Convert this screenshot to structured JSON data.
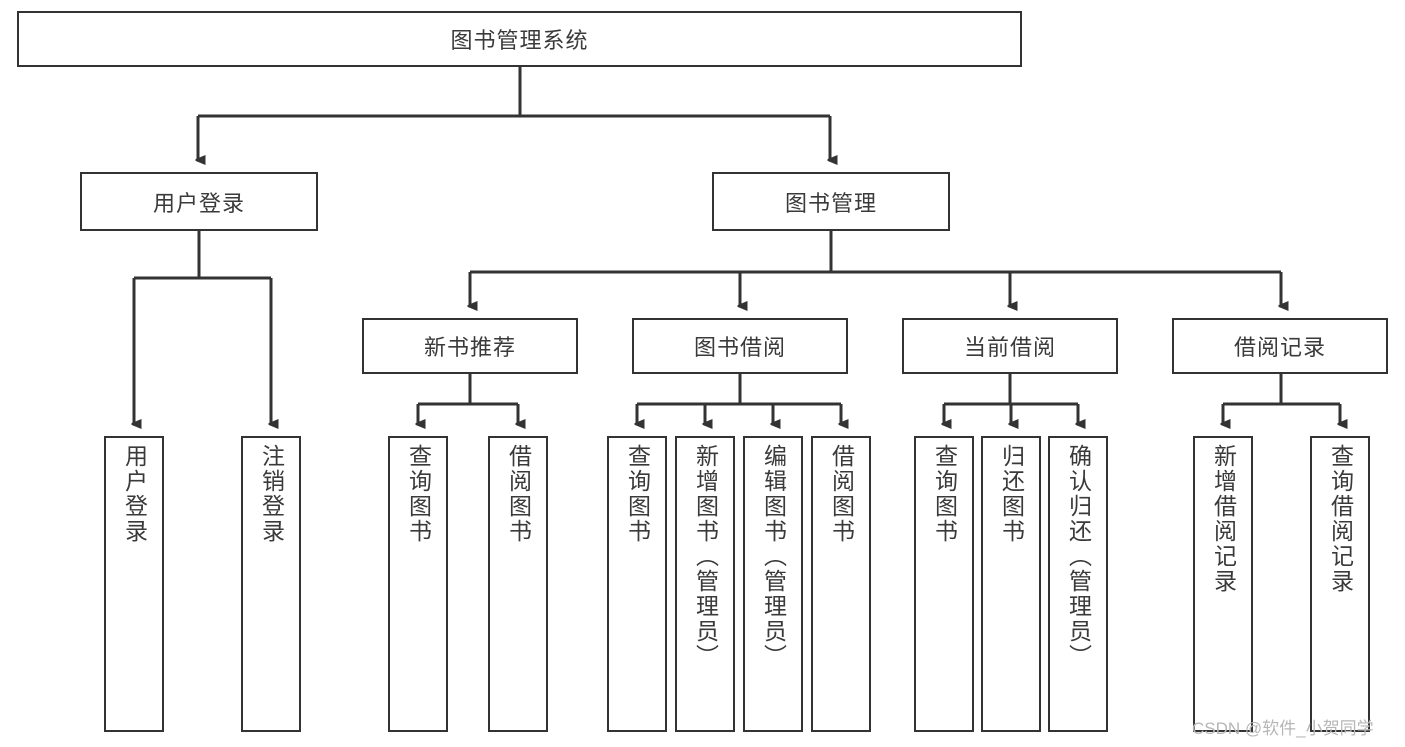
{
  "diagram": {
    "type": "tree",
    "title": "图书管理系统",
    "watermark": "CSDN @软件_小贺同学",
    "colors": {
      "box_border": "#333333",
      "box_fill": "#ffffff",
      "text": "#3a3a3a",
      "connector": "#333333",
      "watermark": "#b6b6b6",
      "background": "#ffffff"
    },
    "nodes": {
      "root": {
        "label": "图书管理系统"
      },
      "level2": [
        {
          "label": "用户登录"
        },
        {
          "label": "图书管理"
        }
      ],
      "level3": [
        {
          "label": "新书推荐"
        },
        {
          "label": "图书借阅"
        },
        {
          "label": "当前借阅"
        },
        {
          "label": "借阅记录"
        }
      ],
      "leaves": [
        {
          "label": "用户登录"
        },
        {
          "label": "注销登录"
        },
        {
          "label": "查询图书"
        },
        {
          "label": "借阅图书"
        },
        {
          "label": "查询图书"
        },
        {
          "label": "新增图书（管理员）"
        },
        {
          "label": "编辑图书（管理员）"
        },
        {
          "label": "借阅图书"
        },
        {
          "label": "查询图书"
        },
        {
          "label": "归还图书"
        },
        {
          "label": "确认归还（管理员）"
        },
        {
          "label": "新增借阅记录"
        },
        {
          "label": "查询借阅记录"
        }
      ]
    },
    "edges": [
      {
        "from": "图书管理系统",
        "to": "用户登录"
      },
      {
        "from": "图书管理系统",
        "to": "图书管理"
      },
      {
        "from": "用户登录",
        "to": "用户登录"
      },
      {
        "from": "用户登录",
        "to": "注销登录"
      },
      {
        "from": "图书管理",
        "to": "新书推荐"
      },
      {
        "from": "图书管理",
        "to": "图书借阅"
      },
      {
        "from": "图书管理",
        "to": "当前借阅"
      },
      {
        "from": "图书管理",
        "to": "借阅记录"
      },
      {
        "from": "新书推荐",
        "to": "查询图书"
      },
      {
        "from": "新书推荐",
        "to": "借阅图书"
      },
      {
        "from": "图书借阅",
        "to": "查询图书"
      },
      {
        "from": "图书借阅",
        "to": "新增图书（管理员）"
      },
      {
        "from": "图书借阅",
        "to": "编辑图书（管理员）"
      },
      {
        "from": "图书借阅",
        "to": "借阅图书"
      },
      {
        "from": "当前借阅",
        "to": "查询图书"
      },
      {
        "from": "当前借阅",
        "to": "归还图书"
      },
      {
        "from": "当前借阅",
        "to": "确认归还（管理员）"
      },
      {
        "from": "借阅记录",
        "to": "新增借阅记录"
      },
      {
        "from": "借阅记录",
        "to": "查询借阅记录"
      }
    ]
  }
}
